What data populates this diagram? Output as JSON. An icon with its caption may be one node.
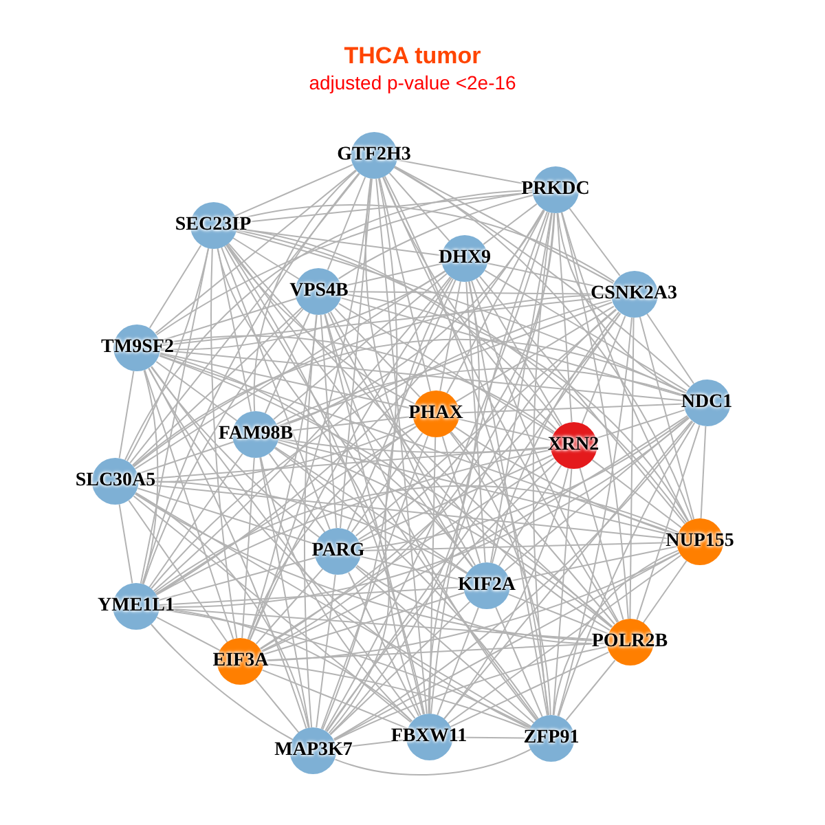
{
  "diagram": {
    "title": "THCA tumor",
    "caption": "adjusted p-value <2e-16",
    "nodes": [
      {
        "text": [
          "GTF2H3"
        ]
      },
      {
        "text": [
          "PRKDC"
        ]
      },
      {
        "text": [
          "SEC23IP"
        ]
      },
      {
        "text": [
          "DHX9"
        ]
      },
      {
        "text": [
          "VPS4B"
        ]
      },
      {
        "text": [
          "CSNK2A3"
        ]
      },
      {
        "text": [
          "TM9SF2"
        ]
      },
      {
        "text": [
          "NDC1"
        ]
      },
      {
        "text": [
          "PHAX"
        ]
      },
      {
        "text": [
          "FAM98B"
        ]
      },
      {
        "text": [
          "XRN2"
        ]
      },
      {
        "text": [
          "SLC30A5"
        ]
      },
      {
        "text": [
          "NUP155"
        ]
      },
      {
        "text": [
          "PARG"
        ]
      },
      {
        "text": [
          "KIF2A"
        ]
      },
      {
        "text": [
          "YME1L1"
        ]
      },
      {
        "text": [
          "POLR2B"
        ]
      },
      {
        "text": [
          "EIF3A"
        ]
      },
      {
        "text": [
          "FBXW11"
        ]
      },
      {
        "text": [
          "ZFP91"
        ]
      },
      {
        "text": [
          "MAP3K7"
        ]
      }
    ],
    "edges": [
      {
        "from": 0,
        "to": 1,
        "arrow": "none"
      },
      {
        "from": 0,
        "to": 2,
        "arrow": "none"
      },
      {
        "from": 0,
        "to": 3,
        "arrow": "none"
      },
      {
        "from": 0,
        "to": 4,
        "arrow": "none"
      },
      {
        "from": 0,
        "to": 5,
        "arrow": "none"
      },
      {
        "from": 0,
        "to": 6,
        "arrow": "none"
      },
      {
        "from": 0,
        "to": 7,
        "arrow": "none"
      },
      {
        "from": 0,
        "to": 8,
        "arrow": "none"
      },
      {
        "from": 0,
        "to": 9,
        "arrow": "none"
      },
      {
        "from": 0,
        "to": 10,
        "arrow": "none"
      },
      {
        "from": 0,
        "to": 11,
        "arrow": "none"
      },
      {
        "from": 0,
        "to": 12,
        "arrow": "none"
      },
      {
        "from": 0,
        "to": 13,
        "arrow": "none"
      },
      {
        "from": 0,
        "to": 14,
        "arrow": "none"
      },
      {
        "from": 0,
        "to": 15,
        "arrow": "none"
      },
      {
        "from": 0,
        "to": 16,
        "arrow": "none"
      },
      {
        "from": 0,
        "to": 17,
        "arrow": "none"
      },
      {
        "from": 0,
        "to": 18,
        "arrow": "none"
      },
      {
        "from": 0,
        "to": 19,
        "arrow": "none"
      },
      {
        "from": 0,
        "to": 20,
        "arrow": "none"
      },
      {
        "from": 1,
        "to": 2,
        "arrow": "none"
      },
      {
        "from": 1,
        "to": 3,
        "arrow": "none"
      },
      {
        "from": 1,
        "to": 4,
        "arrow": "none"
      },
      {
        "from": 1,
        "to": 5,
        "arrow": "none"
      },
      {
        "from": 1,
        "to": 6,
        "arrow": "none"
      },
      {
        "from": 1,
        "to": 7,
        "arrow": "none"
      },
      {
        "from": 1,
        "to": 8,
        "arrow": "none"
      },
      {
        "from": 1,
        "to": 9,
        "arrow": "none"
      },
      {
        "from": 1,
        "to": 10,
        "arrow": "none"
      },
      {
        "from": 1,
        "to": 11,
        "arrow": "none"
      },
      {
        "from": 1,
        "to": 12,
        "arrow": "none"
      },
      {
        "from": 1,
        "to": 13,
        "arrow": "none"
      },
      {
        "from": 1,
        "to": 14,
        "arrow": "none"
      },
      {
        "from": 1,
        "to": 15,
        "arrow": "none"
      },
      {
        "from": 1,
        "to": 16,
        "arrow": "none"
      },
      {
        "from": 1,
        "to": 17,
        "arrow": "none"
      },
      {
        "from": 1,
        "to": 18,
        "arrow": "none"
      },
      {
        "from": 1,
        "to": 19,
        "arrow": "none"
      },
      {
        "from": 1,
        "to": 20,
        "arrow": "none"
      },
      {
        "from": 2,
        "to": 3,
        "arrow": "none"
      },
      {
        "from": 2,
        "to": 4,
        "arrow": "none"
      },
      {
        "from": 2,
        "to": 5,
        "arrow": "none"
      },
      {
        "from": 2,
        "to": 6,
        "arrow": "none"
      },
      {
        "from": 2,
        "to": 7,
        "arrow": "none"
      },
      {
        "from": 2,
        "to": 8,
        "arrow": "none"
      },
      {
        "from": 2,
        "to": 9,
        "arrow": "none"
      },
      {
        "from": 2,
        "to": 10,
        "arrow": "none"
      },
      {
        "from": 2,
        "to": 11,
        "arrow": "none"
      },
      {
        "from": 2,
        "to": 12,
        "arrow": "none"
      },
      {
        "from": 2,
        "to": 13,
        "arrow": "none"
      },
      {
        "from": 2,
        "to": 14,
        "arrow": "none"
      },
      {
        "from": 2,
        "to": 15,
        "arrow": "none"
      },
      {
        "from": 2,
        "to": 16,
        "arrow": "none"
      },
      {
        "from": 2,
        "to": 17,
        "arrow": "none"
      },
      {
        "from": 2,
        "to": 18,
        "arrow": "none"
      },
      {
        "from": 2,
        "to": 19,
        "arrow": "none"
      },
      {
        "from": 2,
        "to": 20,
        "arrow": "none"
      },
      {
        "from": 3,
        "to": 4,
        "arrow": "none"
      },
      {
        "from": 3,
        "to": 5,
        "arrow": "none"
      },
      {
        "from": 3,
        "to": 6,
        "arrow": "none"
      },
      {
        "from": 3,
        "to": 7,
        "arrow": "none"
      },
      {
        "from": 3,
        "to": 8,
        "arrow": "none"
      },
      {
        "from": 3,
        "to": 9,
        "arrow": "none"
      },
      {
        "from": 3,
        "to": 10,
        "arrow": "none"
      },
      {
        "from": 3,
        "to": 11,
        "arrow": "none"
      },
      {
        "from": 3,
        "to": 12,
        "arrow": "none"
      },
      {
        "from": 3,
        "to": 13,
        "arrow": "none"
      },
      {
        "from": 3,
        "to": 14,
        "arrow": "none"
      },
      {
        "from": 3,
        "to": 15,
        "arrow": "none"
      },
      {
        "from": 3,
        "to": 16,
        "arrow": "none"
      },
      {
        "from": 3,
        "to": 17,
        "arrow": "none"
      },
      {
        "from": 3,
        "to": 18,
        "arrow": "none"
      },
      {
        "from": 3,
        "to": 19,
        "arrow": "none"
      },
      {
        "from": 3,
        "to": 20,
        "arrow": "none"
      },
      {
        "from": 4,
        "to": 5,
        "arrow": "none"
      },
      {
        "from": 4,
        "to": 6,
        "arrow": "none"
      },
      {
        "from": 4,
        "to": 7,
        "arrow": "none"
      },
      {
        "from": 4,
        "to": 8,
        "arrow": "none"
      },
      {
        "from": 4,
        "to": 9,
        "arrow": "none"
      },
      {
        "from": 4,
        "to": 10,
        "arrow": "none"
      },
      {
        "from": 4,
        "to": 11,
        "arrow": "none"
      },
      {
        "from": 4,
        "to": 12,
        "arrow": "none"
      },
      {
        "from": 4,
        "to": 13,
        "arrow": "none"
      },
      {
        "from": 4,
        "to": 14,
        "arrow": "none"
      },
      {
        "from": 4,
        "to": 15,
        "arrow": "none"
      },
      {
        "from": 4,
        "to": 16,
        "arrow": "none"
      },
      {
        "from": 4,
        "to": 17,
        "arrow": "none"
      },
      {
        "from": 4,
        "to": 18,
        "arrow": "none"
      },
      {
        "from": 4,
        "to": 19,
        "arrow": "none"
      },
      {
        "from": 4,
        "to": 20,
        "arrow": "none"
      },
      {
        "from": 5,
        "to": 6,
        "arrow": "none"
      },
      {
        "from": 5,
        "to": 7,
        "arrow": "none"
      },
      {
        "from": 5,
        "to": 8,
        "arrow": "none"
      },
      {
        "from": 5,
        "to": 9,
        "arrow": "none"
      },
      {
        "from": 5,
        "to": 10,
        "arrow": "none"
      },
      {
        "from": 5,
        "to": 11,
        "arrow": "none"
      },
      {
        "from": 5,
        "to": 12,
        "arrow": "none"
      },
      {
        "from": 5,
        "to": 13,
        "arrow": "none"
      },
      {
        "from": 5,
        "to": 14,
        "arrow": "none"
      },
      {
        "from": 5,
        "to": 15,
        "arrow": "none"
      },
      {
        "from": 5,
        "to": 16,
        "arrow": "none"
      },
      {
        "from": 5,
        "to": 17,
        "arrow": "none"
      },
      {
        "from": 5,
        "to": 18,
        "arrow": "none"
      },
      {
        "from": 5,
        "to": 19,
        "arrow": "none"
      },
      {
        "from": 5,
        "to": 20,
        "arrow": "none"
      },
      {
        "from": 6,
        "to": 7,
        "arrow": "none"
      },
      {
        "from": 6,
        "to": 8,
        "arrow": "none"
      },
      {
        "from": 6,
        "to": 9,
        "arrow": "none"
      },
      {
        "from": 6,
        "to": 10,
        "arrow": "none"
      },
      {
        "from": 6,
        "to": 11,
        "arrow": "none"
      },
      {
        "from": 6,
        "to": 12,
        "arrow": "none"
      },
      {
        "from": 6,
        "to": 13,
        "arrow": "none"
      },
      {
        "from": 6,
        "to": 14,
        "arrow": "none"
      },
      {
        "from": 6,
        "to": 15,
        "arrow": "none"
      },
      {
        "from": 6,
        "to": 16,
        "arrow": "none"
      },
      {
        "from": 6,
        "to": 17,
        "arrow": "none"
      },
      {
        "from": 6,
        "to": 18,
        "arrow": "none"
      },
      {
        "from": 6,
        "to": 19,
        "arrow": "none"
      },
      {
        "from": 6,
        "to": 20,
        "arrow": "none"
      },
      {
        "from": 7,
        "to": 8,
        "arrow": "none"
      },
      {
        "from": 7,
        "to": 9,
        "arrow": "none"
      },
      {
        "from": 7,
        "to": 10,
        "arrow": "none"
      },
      {
        "from": 7,
        "to": 11,
        "arrow": "none"
      },
      {
        "from": 7,
        "to": 12,
        "arrow": "none"
      },
      {
        "from": 7,
        "to": 13,
        "arrow": "none"
      },
      {
        "from": 7,
        "to": 14,
        "arrow": "none"
      },
      {
        "from": 7,
        "to": 15,
        "arrow": "none"
      },
      {
        "from": 7,
        "to": 16,
        "arrow": "none"
      },
      {
        "from": 7,
        "to": 17,
        "arrow": "none"
      },
      {
        "from": 7,
        "to": 18,
        "arrow": "none"
      },
      {
        "from": 7,
        "to": 19,
        "arrow": "none"
      },
      {
        "from": 7,
        "to": 20,
        "arrow": "none"
      },
      {
        "from": 8,
        "to": 9,
        "arrow": "none"
      },
      {
        "from": 8,
        "to": 10,
        "arrow": "none"
      },
      {
        "from": 8,
        "to": 11,
        "arrow": "none"
      },
      {
        "from": 8,
        "to": 12,
        "arrow": "none"
      },
      {
        "from": 8,
        "to": 13,
        "arrow": "none"
      },
      {
        "from": 8,
        "to": 14,
        "arrow": "none"
      },
      {
        "from": 8,
        "to": 15,
        "arrow": "none"
      },
      {
        "from": 8,
        "to": 16,
        "arrow": "none"
      },
      {
        "from": 8,
        "to": 17,
        "arrow": "none"
      },
      {
        "from": 8,
        "to": 18,
        "arrow": "none"
      },
      {
        "from": 8,
        "to": 19,
        "arrow": "none"
      },
      {
        "from": 8,
        "to": 20,
        "arrow": "none"
      },
      {
        "from": 9,
        "to": 10,
        "arrow": "none"
      },
      {
        "from": 9,
        "to": 11,
        "arrow": "none"
      },
      {
        "from": 9,
        "to": 12,
        "arrow": "none"
      },
      {
        "from": 9,
        "to": 13,
        "arrow": "none"
      },
      {
        "from": 9,
        "to": 14,
        "arrow": "none"
      },
      {
        "from": 9,
        "to": 15,
        "arrow": "none"
      },
      {
        "from": 9,
        "to": 16,
        "arrow": "none"
      },
      {
        "from": 9,
        "to": 17,
        "arrow": "none"
      },
      {
        "from": 9,
        "to": 18,
        "arrow": "none"
      },
      {
        "from": 9,
        "to": 19,
        "arrow": "none"
      },
      {
        "from": 9,
        "to": 20,
        "arrow": "none"
      },
      {
        "from": 10,
        "to": 11,
        "arrow": "none"
      },
      {
        "from": 10,
        "to": 12,
        "arrow": "none"
      },
      {
        "from": 10,
        "to": 13,
        "arrow": "none"
      },
      {
        "from": 10,
        "to": 14,
        "arrow": "none"
      },
      {
        "from": 10,
        "to": 15,
        "arrow": "none"
      },
      {
        "from": 10,
        "to": 16,
        "arrow": "none"
      },
      {
        "from": 10,
        "to": 17,
        "arrow": "none"
      },
      {
        "from": 10,
        "to": 18,
        "arrow": "none"
      },
      {
        "from": 10,
        "to": 19,
        "arrow": "none"
      },
      {
        "from": 10,
        "to": 20,
        "arrow": "none"
      },
      {
        "from": 11,
        "to": 12,
        "arrow": "none"
      },
      {
        "from": 11,
        "to": 13,
        "arrow": "none"
      },
      {
        "from": 11,
        "to": 14,
        "arrow": "none"
      },
      {
        "from": 11,
        "to": 15,
        "arrow": "none"
      },
      {
        "from": 11,
        "to": 16,
        "arrow": "none"
      },
      {
        "from": 11,
        "to": 17,
        "arrow": "none"
      },
      {
        "from": 11,
        "to": 18,
        "arrow": "none"
      },
      {
        "from": 11,
        "to": 19,
        "arrow": "none"
      },
      {
        "from": 11,
        "to": 20,
        "arrow": "none"
      },
      {
        "from": 12,
        "to": 13,
        "arrow": "none"
      },
      {
        "from": 12,
        "to": 14,
        "arrow": "none"
      },
      {
        "from": 12,
        "to": 15,
        "arrow": "none"
      },
      {
        "from": 12,
        "to": 16,
        "arrow": "none"
      },
      {
        "from": 12,
        "to": 17,
        "arrow": "none"
      },
      {
        "from": 12,
        "to": 18,
        "arrow": "none"
      },
      {
        "from": 12,
        "to": 19,
        "arrow": "none"
      },
      {
        "from": 12,
        "to": 20,
        "arrow": "none"
      },
      {
        "from": 13,
        "to": 14,
        "arrow": "none"
      },
      {
        "from": 13,
        "to": 15,
        "arrow": "none"
      },
      {
        "from": 13,
        "to": 16,
        "arrow": "none"
      },
      {
        "from": 13,
        "to": 17,
        "arrow": "none"
      },
      {
        "from": 13,
        "to": 18,
        "arrow": "none"
      },
      {
        "from": 13,
        "to": 19,
        "arrow": "none"
      },
      {
        "from": 13,
        "to": 20,
        "arrow": "none"
      },
      {
        "from": 14,
        "to": 15,
        "arrow": "none"
      },
      {
        "from": 14,
        "to": 16,
        "arrow": "none"
      },
      {
        "from": 14,
        "to": 17,
        "arrow": "none"
      },
      {
        "from": 14,
        "to": 18,
        "arrow": "none"
      },
      {
        "from": 14,
        "to": 19,
        "arrow": "none"
      },
      {
        "from": 14,
        "to": 20,
        "arrow": "none"
      },
      {
        "from": 15,
        "to": 16,
        "arrow": "none"
      },
      {
        "from": 15,
        "to": 17,
        "arrow": "none"
      },
      {
        "from": 15,
        "to": 18,
        "arrow": "none"
      },
      {
        "from": 15,
        "to": 19,
        "arrow": "none"
      },
      {
        "from": 15,
        "to": 20,
        "arrow": "none"
      },
      {
        "from": 16,
        "to": 17,
        "arrow": "none"
      },
      {
        "from": 16,
        "to": 18,
        "arrow": "none"
      },
      {
        "from": 16,
        "to": 19,
        "arrow": "none"
      },
      {
        "from": 16,
        "to": 20,
        "arrow": "none"
      },
      {
        "from": 17,
        "to": 18,
        "arrow": "none"
      },
      {
        "from": 17,
        "to": 19,
        "arrow": "none"
      },
      {
        "from": 17,
        "to": 20,
        "arrow": "none"
      },
      {
        "from": 18,
        "to": 19,
        "arrow": "none"
      },
      {
        "from": 18,
        "to": 20,
        "arrow": "none"
      },
      {
        "from": 19,
        "to": 20,
        "arrow": "none"
      }
    ]
  }
}
